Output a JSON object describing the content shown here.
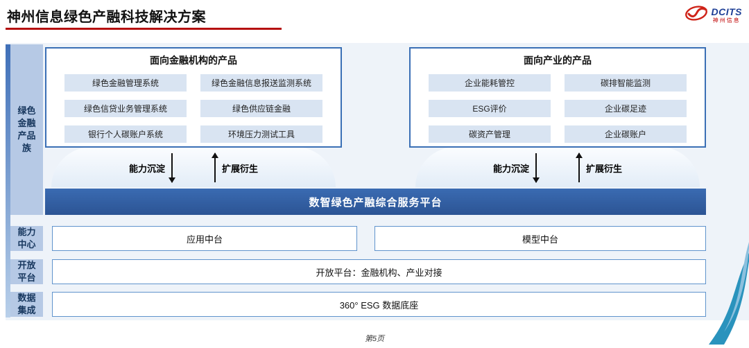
{
  "header": {
    "title": "神州信息绿色产融科技解决方案",
    "logo_brand": "DCITS",
    "logo_sub": "神州信息"
  },
  "sidebar": {
    "items": [
      {
        "label": "绿色\n金融\n产品\n族"
      },
      {
        "label": "能力\n中心"
      },
      {
        "label": "开放\n平台"
      },
      {
        "label": "数据\n集成"
      }
    ]
  },
  "groups": [
    {
      "title": "面向金融机构的产品",
      "items": [
        "绿色金融管理系统",
        "绿色金融信息报送监测系统",
        "绿色信贷业务管理系统",
        "绿色供应链金融",
        "银行个人碳账户系统",
        "环境压力测试工具"
      ]
    },
    {
      "title": "面向产业的产品",
      "items": [
        "企业能耗管控",
        "碳排智能监测",
        "ESG评价",
        "企业碳足迹",
        "碳资产管理",
        "企业碳账户"
      ]
    }
  ],
  "flow": {
    "down_label": "能力沉淀",
    "up_label": "扩展衍生"
  },
  "platform": {
    "title": "数智绿色产融综合服务平台"
  },
  "middle": {
    "left": "应用中台",
    "right": "模型中台"
  },
  "open_platform": {
    "label": "开放平台：金融机构、产业对接"
  },
  "data_base": {
    "label": "360° ESG 数据底座"
  },
  "footer": {
    "page": "第5页"
  },
  "colors": {
    "accent_red": "#b50e0e",
    "platform_blue": "#2e5fa3",
    "sidebar_blue": "#b6c9e5",
    "border_blue": "#3a6fb5",
    "item_fill": "#d9e4f2",
    "corner_teal": "#2a93bd"
  }
}
